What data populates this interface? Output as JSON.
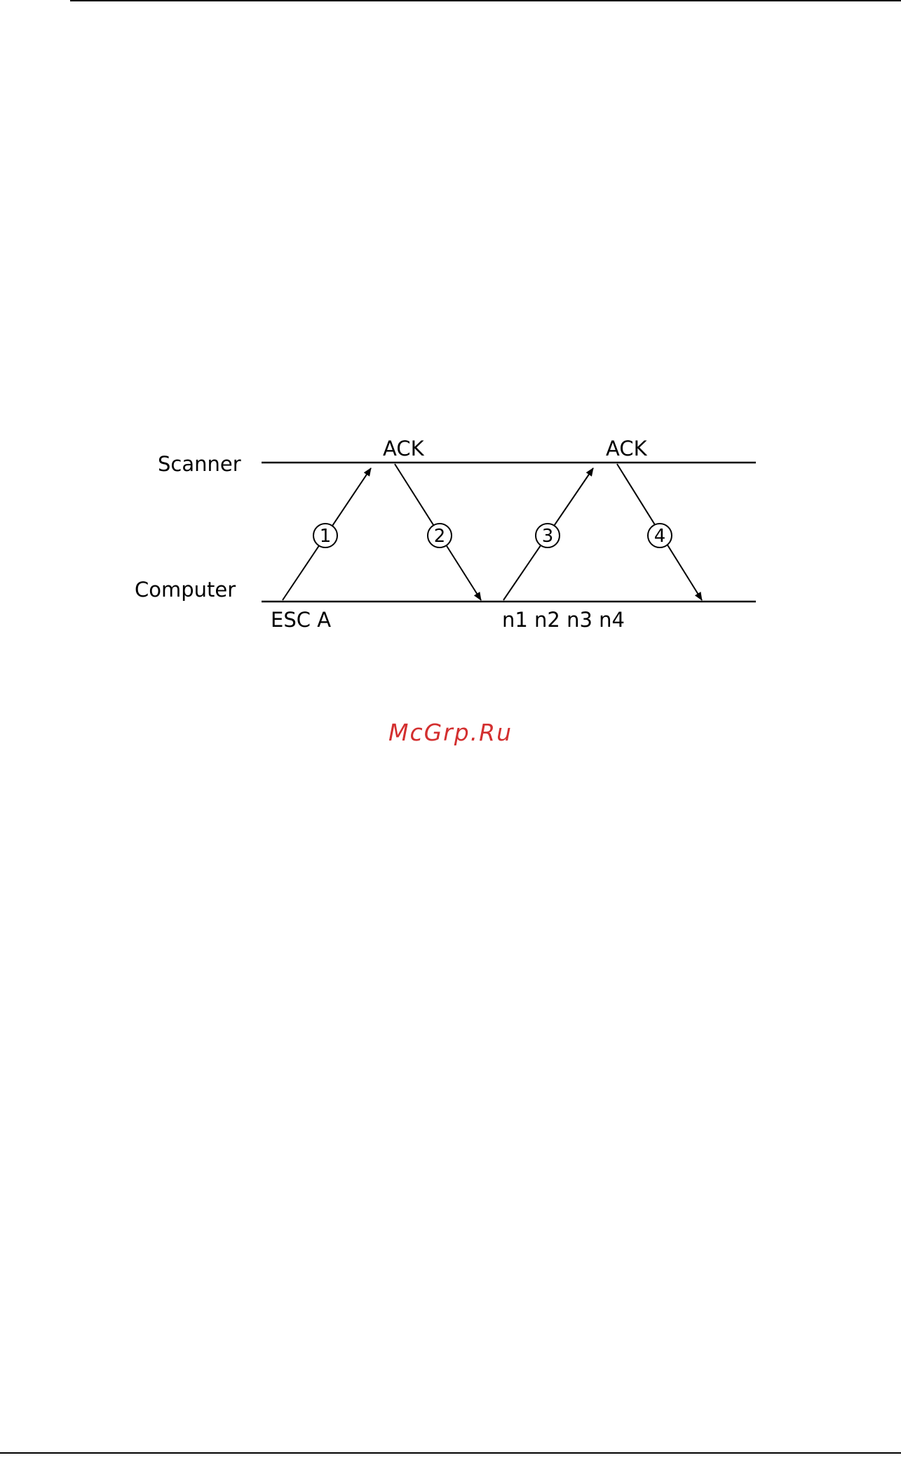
{
  "diagram": {
    "lanes": {
      "scanner": "Scanner",
      "computer": "Computer"
    },
    "labels": {
      "ack_1": "ACK",
      "ack_2": "ACK",
      "command": "ESC  A",
      "params": "n1  n2  n3  n4"
    },
    "steps": [
      "1",
      "2",
      "3",
      "4"
    ]
  },
  "watermark": "McGrp.Ru"
}
